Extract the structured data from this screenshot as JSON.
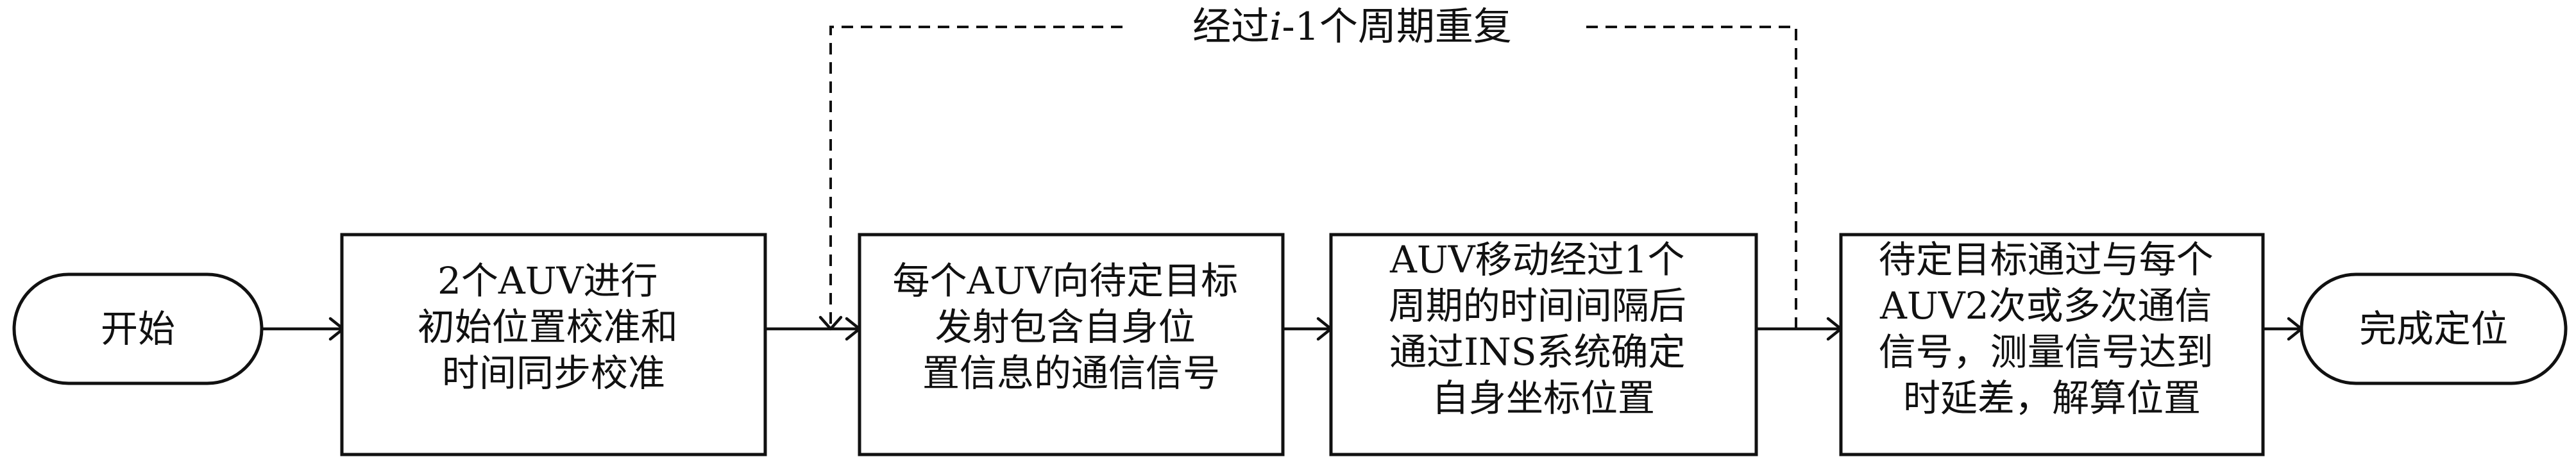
{
  "nodes": {
    "start": {
      "lines": [
        "开始"
      ]
    },
    "step1": {
      "lines": [
        "2个AUV进行",
        "初始位置校准和",
        "时间同步校准"
      ]
    },
    "step2": {
      "lines": [
        "每个AUV向待定目标",
        "发射包含自身位",
        "置信息的通信信号"
      ]
    },
    "step3": {
      "lines": [
        "AUV移动经过1个",
        "周期的时间间隔后",
        "通过INS系统确定",
        "自身坐标位置"
      ]
    },
    "step4": {
      "lines": [
        "待定目标通过与每个",
        "AUV2次或多次通信",
        "信号，测量信号达到",
        "时延差，解算位置"
      ]
    },
    "end": {
      "lines": [
        "完成定位"
      ]
    }
  },
  "loop": {
    "prefix": "经过",
    "variable": "i",
    "suffix": "-1个周期重复"
  }
}
